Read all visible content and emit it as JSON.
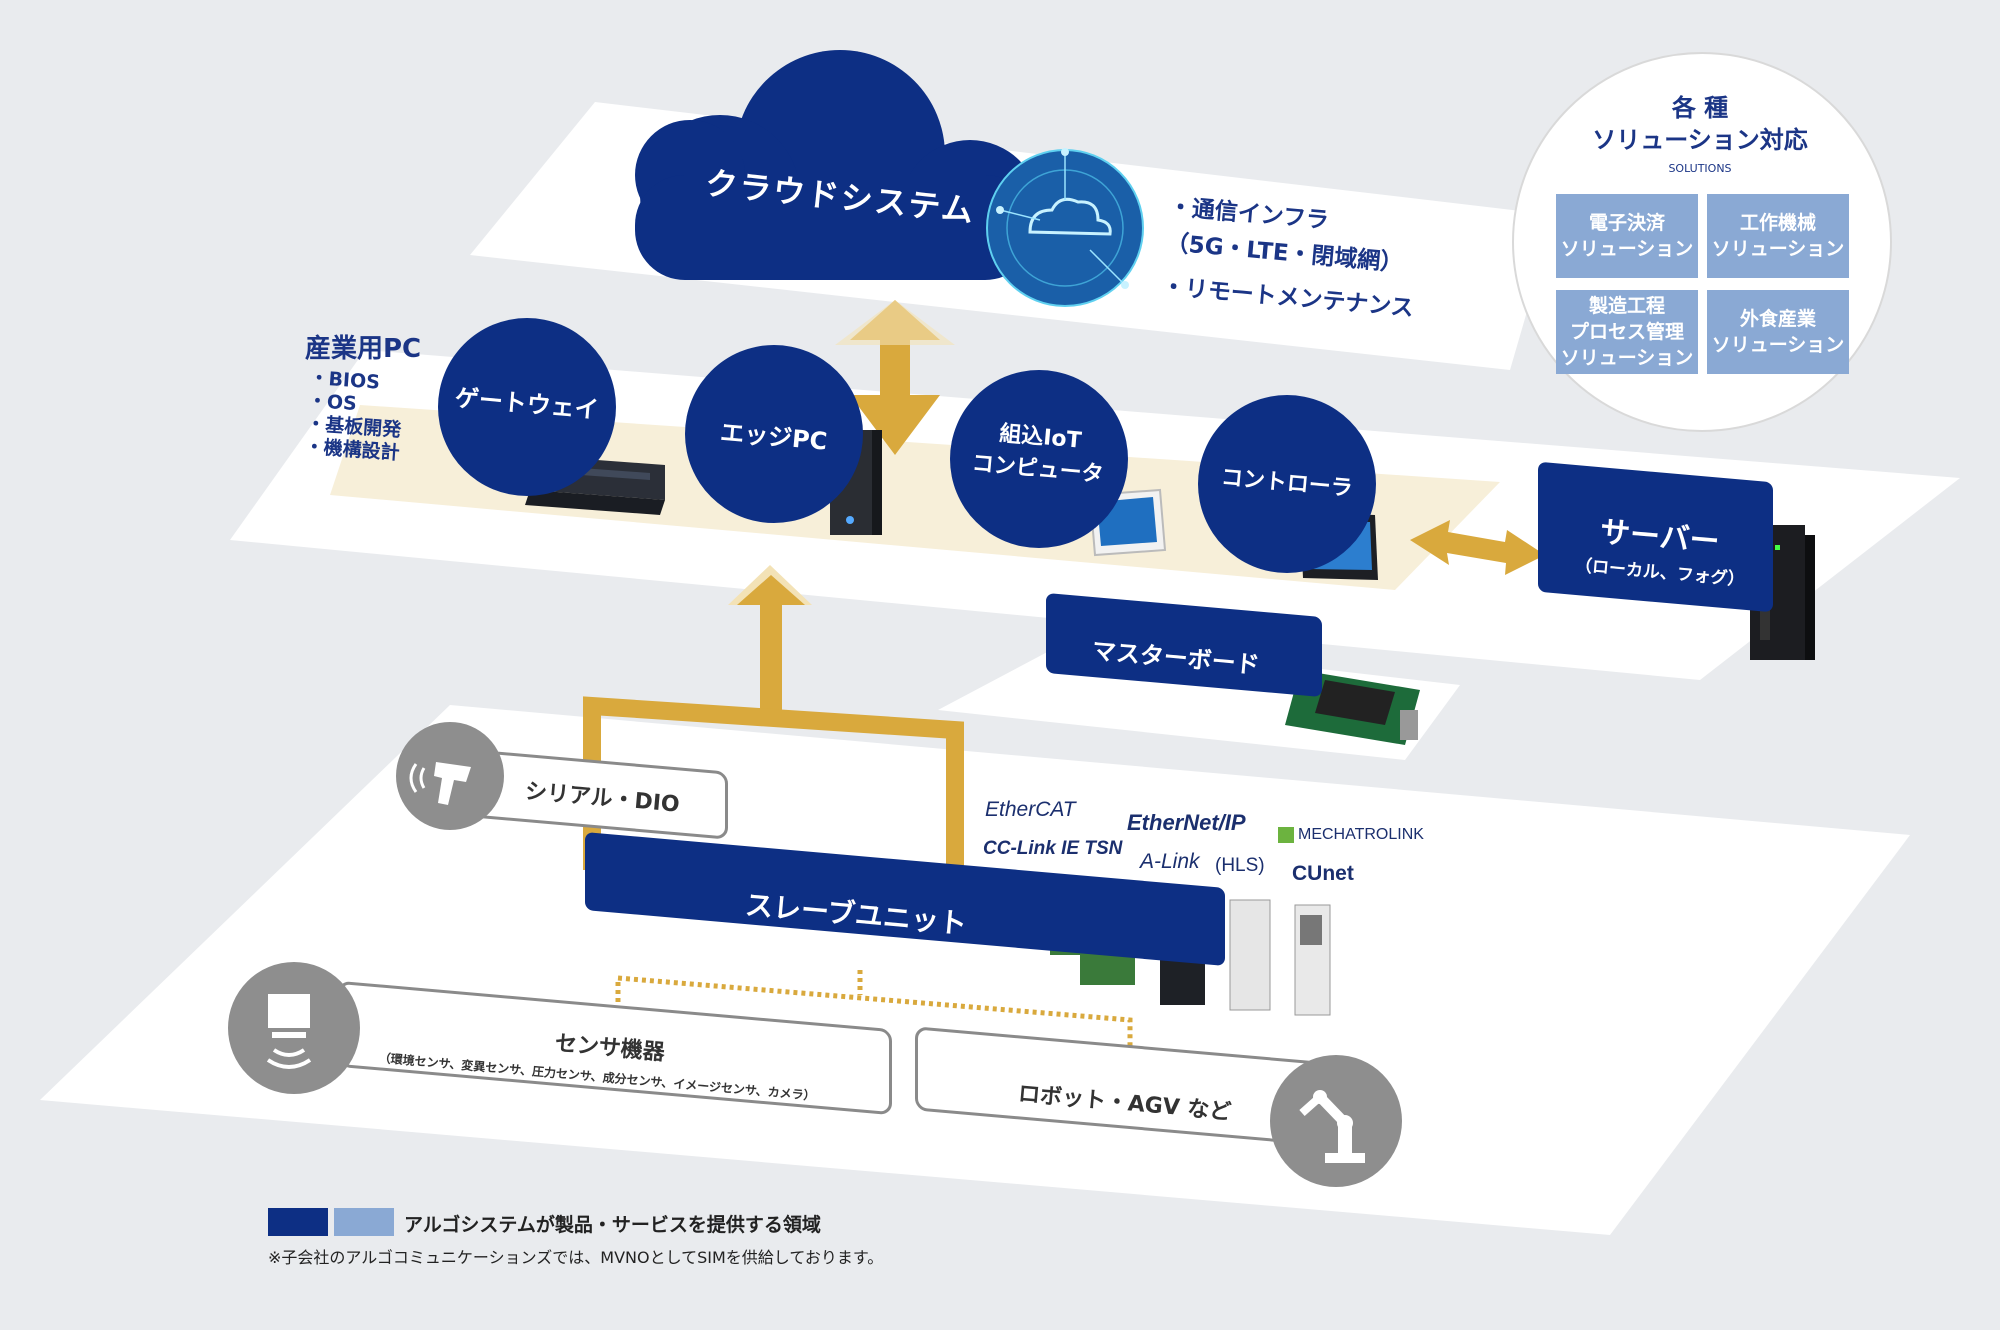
{
  "cloud": {
    "title": "クラウドシステム"
  },
  "infra": {
    "line1": "・通信インフラ",
    "line2": "（5G・LTE・閉域網）",
    "line3": "・リモートメンテナンス"
  },
  "solutions": {
    "title_line1": "各 種",
    "title_line2": "ソリューション対応",
    "subtitle": "SOLUTIONS",
    "items": [
      "電子決済\nソリューション",
      "工作機械\nソリューション",
      "製造工程\nプロセス管理\nソリューション",
      "外食産業\nソリューション"
    ]
  },
  "industrial_pc": {
    "title": "産業用PC",
    "items": [
      "・BIOS",
      "・OS",
      "・基板開発",
      "・機構設計"
    ]
  },
  "devices": [
    {
      "label": "ゲートウェイ"
    },
    {
      "label": "エッジPC"
    },
    {
      "label_line1": "組込IoT",
      "label_line2": "コンピュータ"
    },
    {
      "label": "コントローラ"
    }
  ],
  "server": {
    "title": "サーバー",
    "subtitle": "（ローカル、フォグ）"
  },
  "masterboard": {
    "label": "マスターボード"
  },
  "serial": {
    "label": "シリアル・DIO"
  },
  "protocols": [
    "EtherCAT",
    "EtherNet/IP",
    "MECHATROLINK",
    "CC-Link IE TSN",
    "A-Link",
    "(HLS)",
    "CUnet"
  ],
  "slave": {
    "label": "スレーブユニット"
  },
  "sensor": {
    "title": "センサ機器",
    "detail": "（環境センサ、変異センサ、圧力センサ、成分センサ、イメージセンサ、カメラ）"
  },
  "robot": {
    "label": "ロボット・AGV など"
  },
  "legend": {
    "text": "アルゴシステムが製品・サービスを提供する領域",
    "note": "※子会社のアルゴコミュニケーションズでは、MVNOとしてSIMを供給しております。",
    "colors": [
      "#0d2f84",
      "#8aa9d4"
    ]
  },
  "colors": {
    "navy": "#0d2f84",
    "gold": "#d9a93d",
    "light_blue": "#8aa9d4",
    "gray": "#8e8e8e",
    "cream": "#f7efd9"
  }
}
